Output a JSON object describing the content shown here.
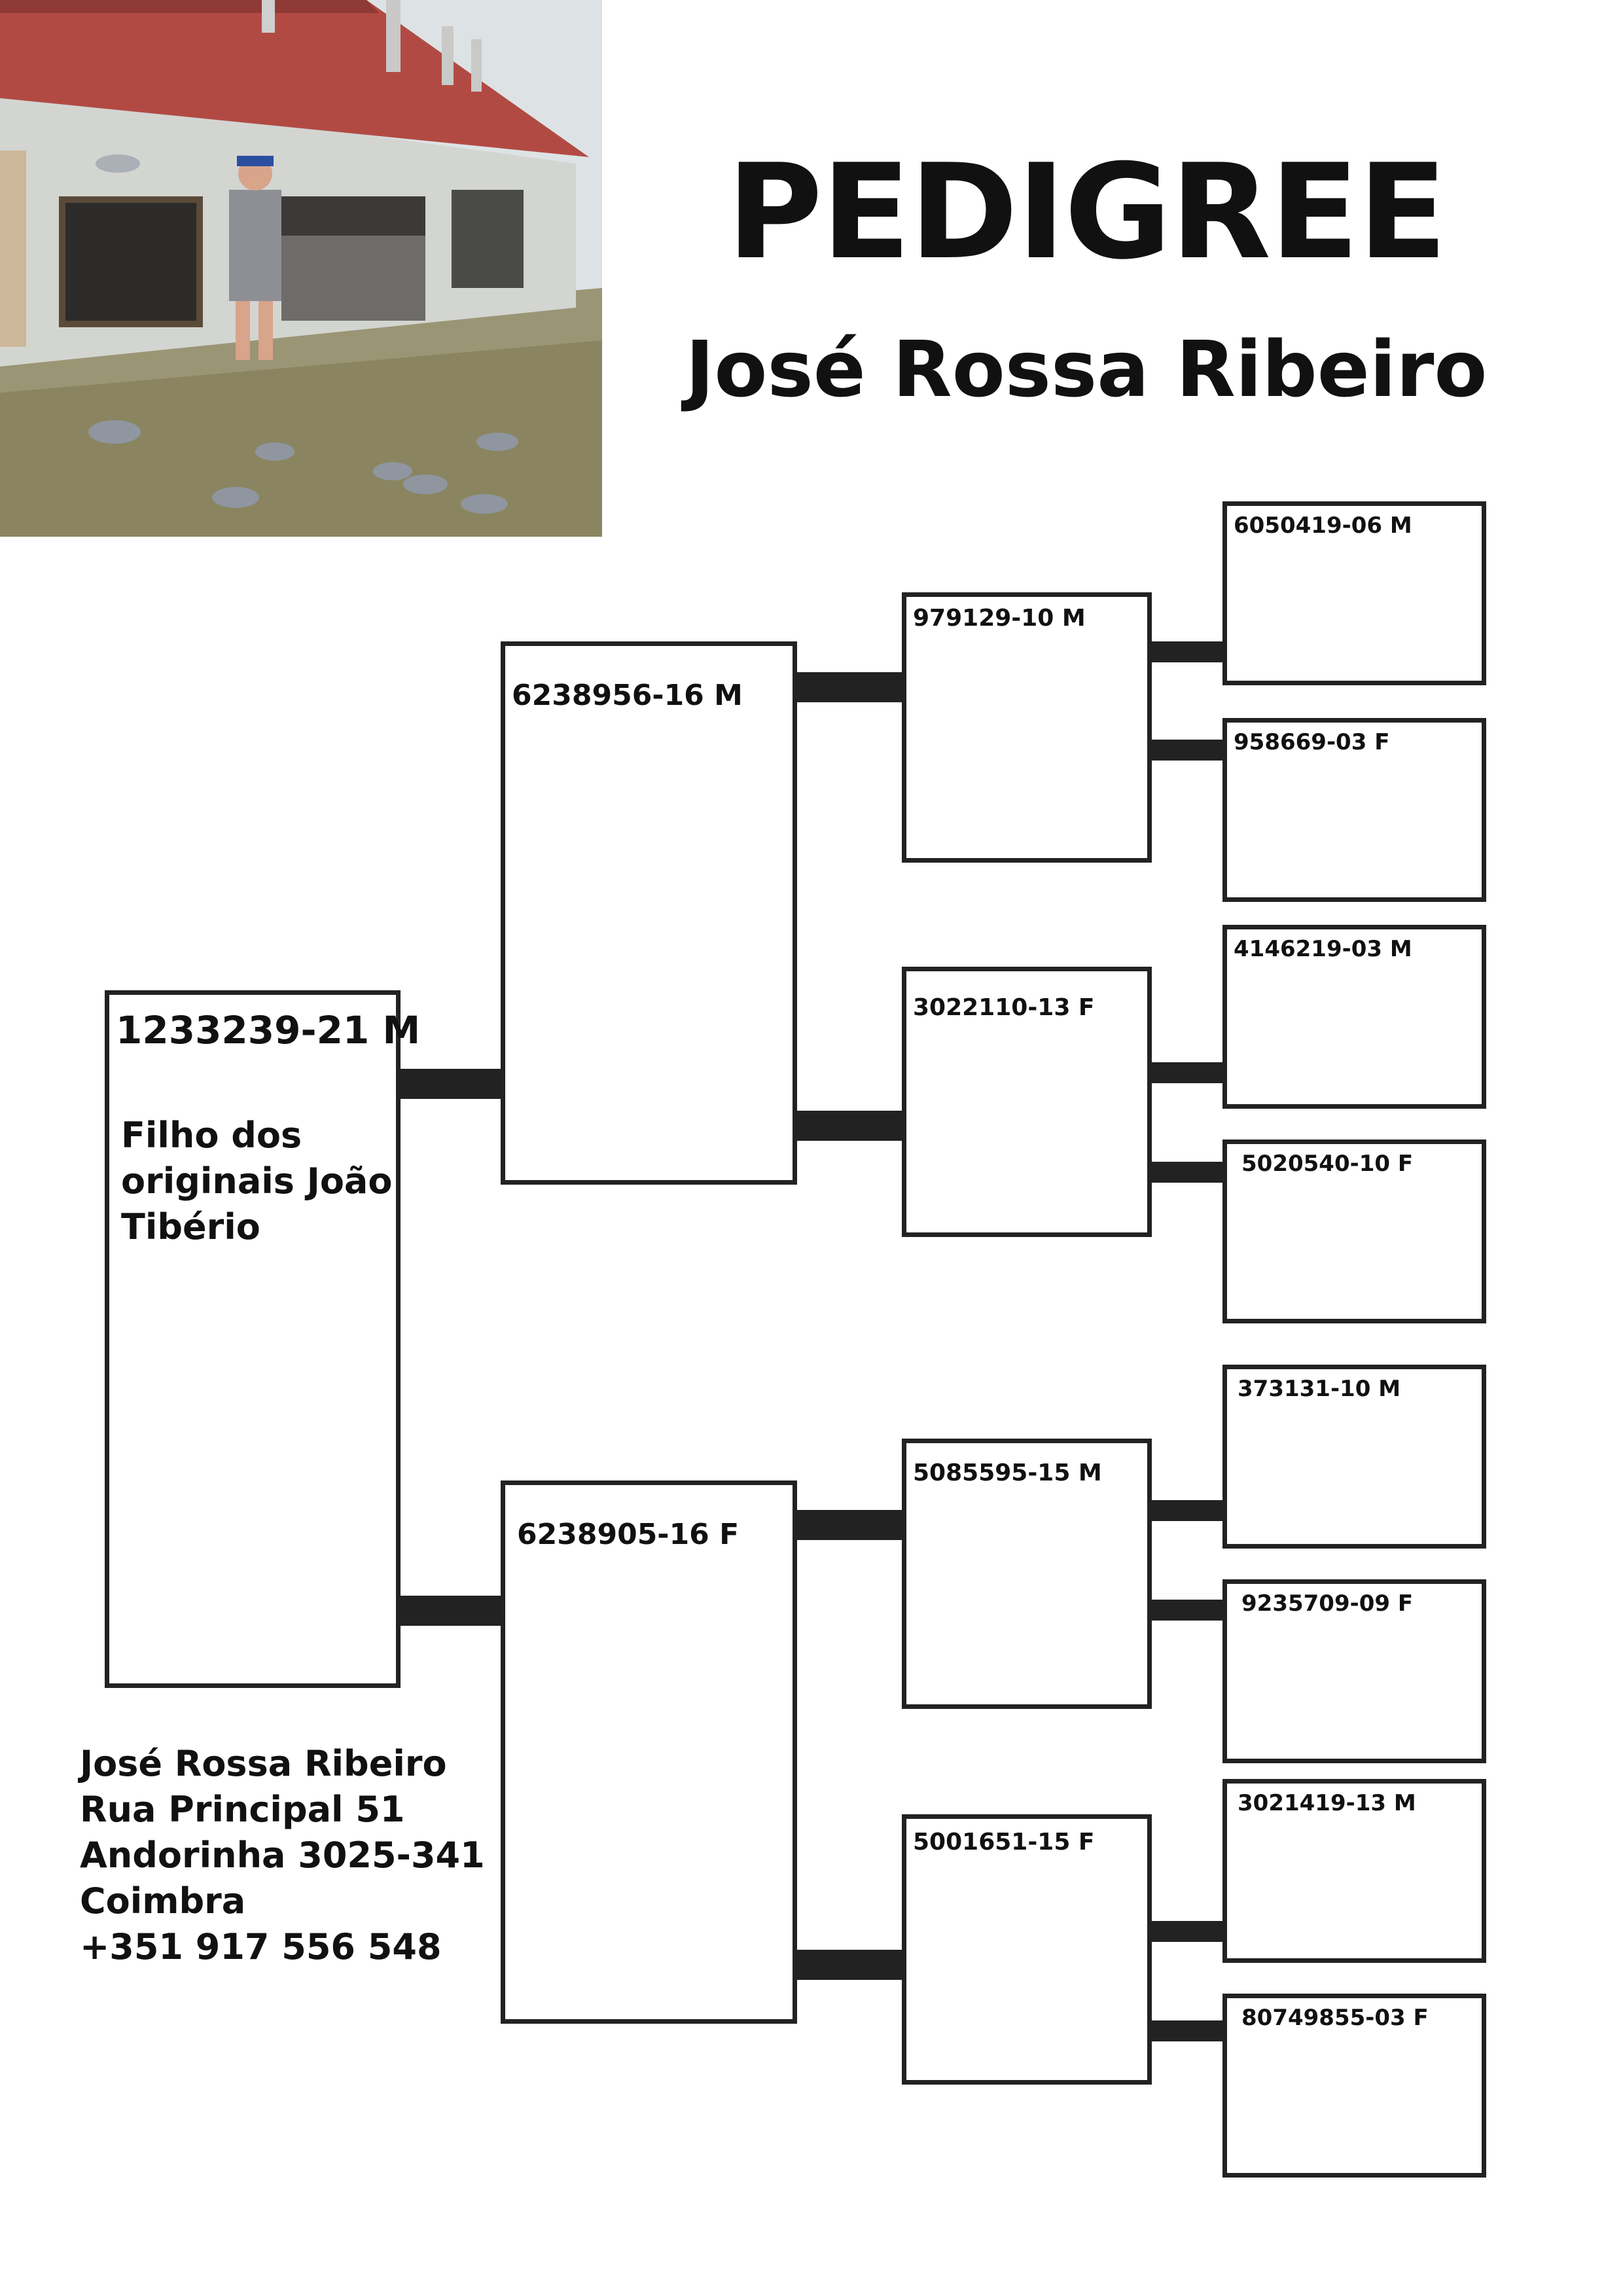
{
  "header": {
    "title": "PEDIGREE",
    "owner_name": "José Rossa Ribeiro"
  },
  "photo": {
    "description_icon": "loft-photo",
    "colors": {
      "roof": "#b24a44",
      "wall": "#d5d7d3",
      "ground": "#8e8a66",
      "sky": "#dde3e4"
    }
  },
  "pedigree": {
    "subject": {
      "id": "1233239-21 M",
      "note": "Filho dos originais João Tibério"
    },
    "sire": {
      "id": "6238956-16 M"
    },
    "dam": {
      "id": "6238905-16 F"
    },
    "grandparents": [
      {
        "id": "979129-10 M"
      },
      {
        "id": "3022110-13 F"
      },
      {
        "id": "5085595-15 M"
      },
      {
        "id": "5001651-15 F"
      }
    ],
    "great_grandparents": [
      {
        "id": "6050419-06 M"
      },
      {
        "id": "958669-03 F"
      },
      {
        "id": "4146219-03 M"
      },
      {
        "id": "5020540-10 F"
      },
      {
        "id": "373131-10 M"
      },
      {
        "id": "9235709-09 F"
      },
      {
        "id": "3021419-13 M"
      },
      {
        "id": "80749855-03 F"
      }
    ]
  },
  "contact": {
    "name": "José Rossa Ribeiro",
    "street": "Rua Principal 51",
    "locality": "Andorinha 3025-341",
    "city": "Coimbra",
    "phone": "+351 917 556 548"
  },
  "colors": {
    "line": "#222222",
    "background": "#ffffff"
  }
}
